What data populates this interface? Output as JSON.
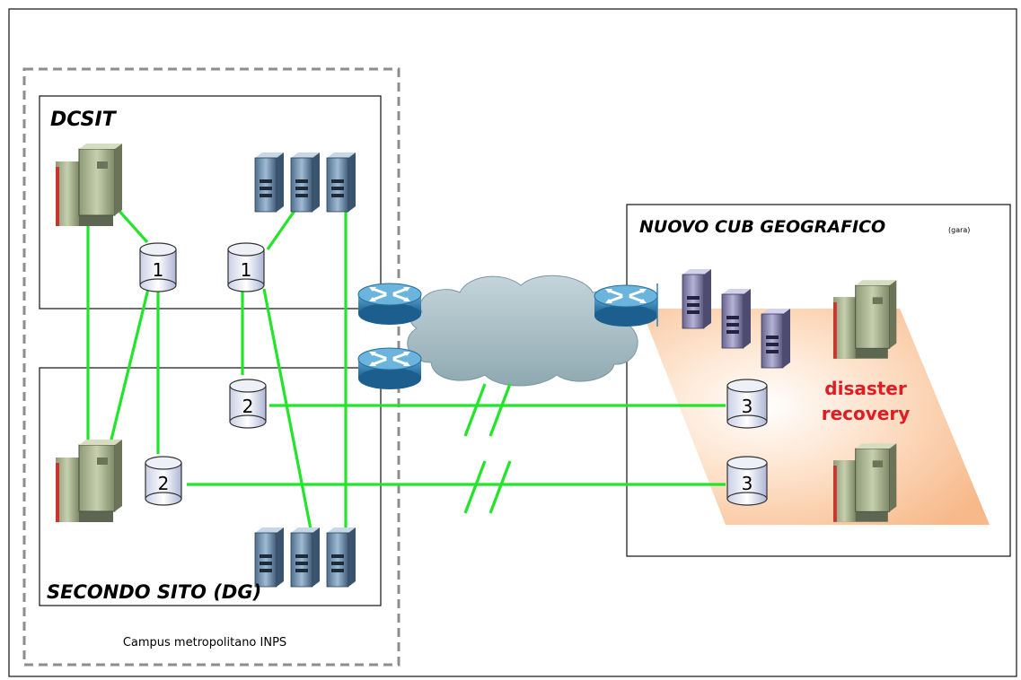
{
  "sites": {
    "dcsit": {
      "title": "DCSIT"
    },
    "secondo": {
      "title": "SECONDO SITO (DG)"
    },
    "nuovo": {
      "title": "NUOVO CUB GEOGRAFICO",
      "suffix": "(gara)"
    }
  },
  "campus_label": "Campus  metropolitano  INPS",
  "disks": {
    "dcsit_a": "1",
    "dcsit_b": "1",
    "secondo_a": "2",
    "secondo_b": "2",
    "nuovo_a": "3",
    "nuovo_b": "3"
  },
  "dr_label": {
    "line1": "disaster",
    "line2": "recovery"
  },
  "colors": {
    "link": "#22e52a",
    "dr_text": "#e31b23",
    "dr_zone": "#f7b98a",
    "router": "#2f7fb5",
    "cloud": "#aabfc6"
  },
  "icons": {
    "mainframe": "mainframe-icon",
    "server": "server-icon",
    "disk": "disk-icon",
    "router": "router-icon",
    "cloud": "cloud-icon"
  }
}
